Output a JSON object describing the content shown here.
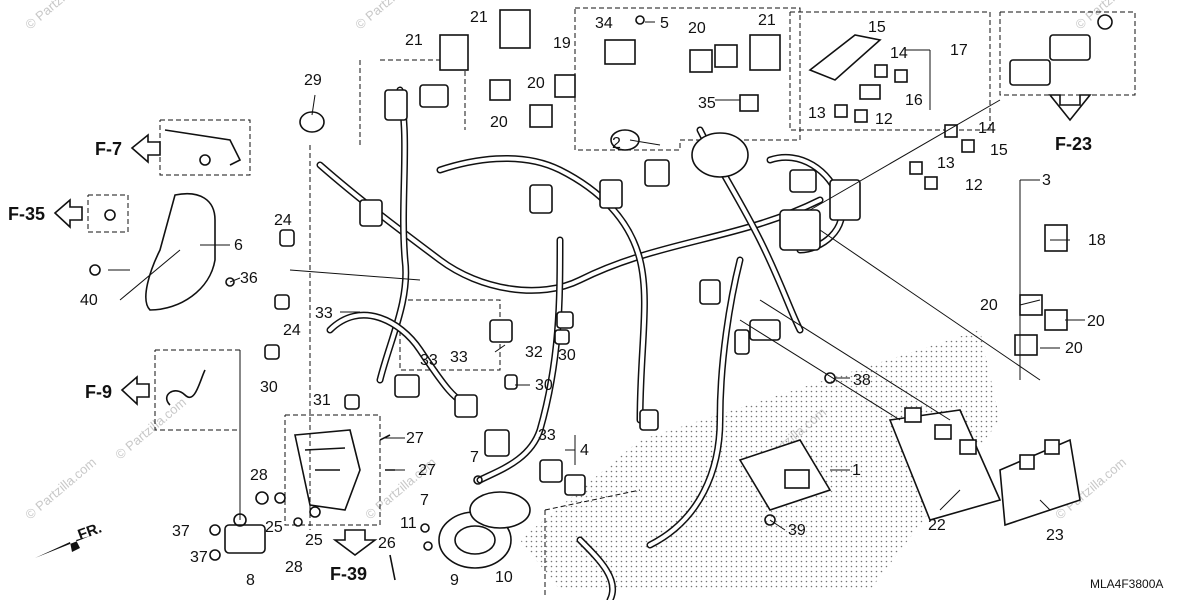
{
  "diagram": {
    "watermark": "© Partzilla.com",
    "diagram_code": "MLA4F3800A",
    "front_indicator": "FR.",
    "references": [
      "F-7",
      "F-35",
      "F-9",
      "F-39",
      "F-23"
    ],
    "callouts": {
      "c1": "1",
      "c2": "2",
      "c3": "3",
      "c4": "4",
      "c5": "5",
      "c6": "6",
      "c7a": "7",
      "c7b": "7",
      "c8": "8",
      "c9": "9",
      "c10": "10",
      "c11": "11",
      "c12a": "12",
      "c12b": "12",
      "c13a": "13",
      "c13b": "13",
      "c14a": "14",
      "c14b": "14",
      "c15a": "15",
      "c15b": "15",
      "c16": "16",
      "c17": "17",
      "c18": "18",
      "c19": "19",
      "c20a": "20",
      "c20b": "20",
      "c20c": "20",
      "c20d": "20",
      "c20e": "20",
      "c20f": "20",
      "c21a": "21",
      "c21b": "21",
      "c21c": "21",
      "c22": "22",
      "c23": "23",
      "c24a": "24",
      "c24b": "24",
      "c25a": "25",
      "c25b": "25",
      "c26": "26",
      "c27a": "27",
      "c27b": "27",
      "c28a": "28",
      "c28b": "28",
      "c29": "29",
      "c30a": "30",
      "c30b": "30",
      "c30c": "30",
      "c31": "31",
      "c32": "32",
      "c33a": "33",
      "c33b": "33",
      "c33c": "33",
      "c33d": "33",
      "c34": "34",
      "c35": "35",
      "c36": "36",
      "c37a": "37",
      "c37b": "37",
      "c38": "38",
      "c39": "39",
      "c40": "40"
    }
  }
}
